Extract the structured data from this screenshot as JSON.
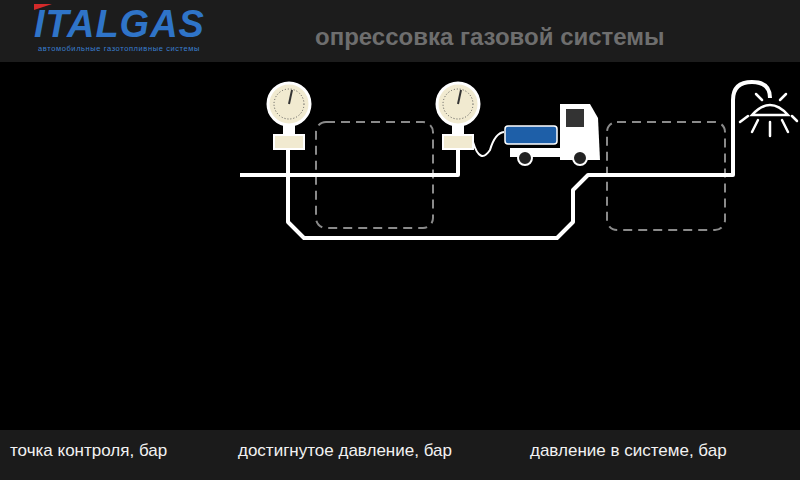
{
  "diagram": {
    "title": "опрессовка газовой системы",
    "labels": [
      "ITALGAS",
      "автомобильные газотопливные системы",
      "точка контроля, бар",
      "достигнутое давление, бар",
      "давление в системе, бар"
    ]
  }
}
